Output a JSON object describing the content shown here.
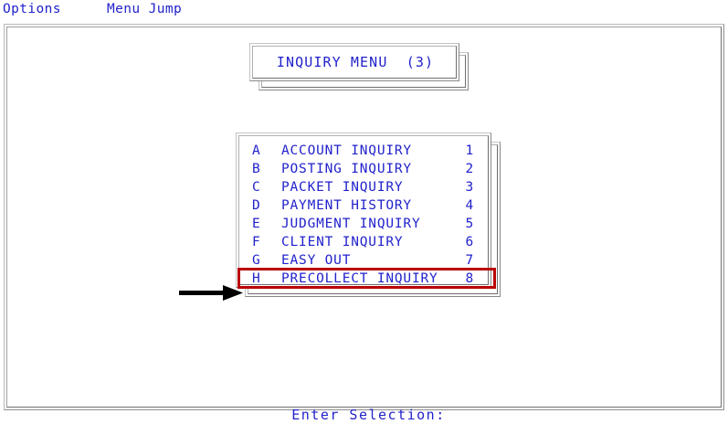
{
  "menubar": {
    "options_label": "Options",
    "menu_jump_label": "Menu Jump"
  },
  "title": {
    "text": "INQUIRY MENU  (3)"
  },
  "menu": {
    "items": [
      {
        "key": "A",
        "label": "ACCOUNT INQUIRY",
        "number": "1",
        "selected": false
      },
      {
        "key": "B",
        "label": "POSTING INQUIRY",
        "number": "2",
        "selected": false
      },
      {
        "key": "C",
        "label": "PACKET INQUIRY",
        "number": "3",
        "selected": false
      },
      {
        "key": "D",
        "label": "PAYMENT HISTORY",
        "number": "4",
        "selected": false
      },
      {
        "key": "E",
        "label": "JUDGMENT INQUIRY",
        "number": "5",
        "selected": false
      },
      {
        "key": "F",
        "label": "CLIENT INQUIRY",
        "number": "6",
        "selected": false
      },
      {
        "key": "G",
        "label": "EASY OUT",
        "number": "7",
        "selected": false
      },
      {
        "key": "H",
        "label": "PRECOLLECT INQUIRY",
        "number": "8",
        "selected": true
      }
    ]
  },
  "prompt": {
    "text": "Enter Selection:"
  },
  "annotation": {
    "arrow_icon": "right-arrow-icon",
    "arrow_color": "#000000",
    "highlight_color": "#bb0000"
  },
  "colors": {
    "text_blue": "#2222cc",
    "background": "#ffffff",
    "frame_gray": "#a0a0a0"
  }
}
